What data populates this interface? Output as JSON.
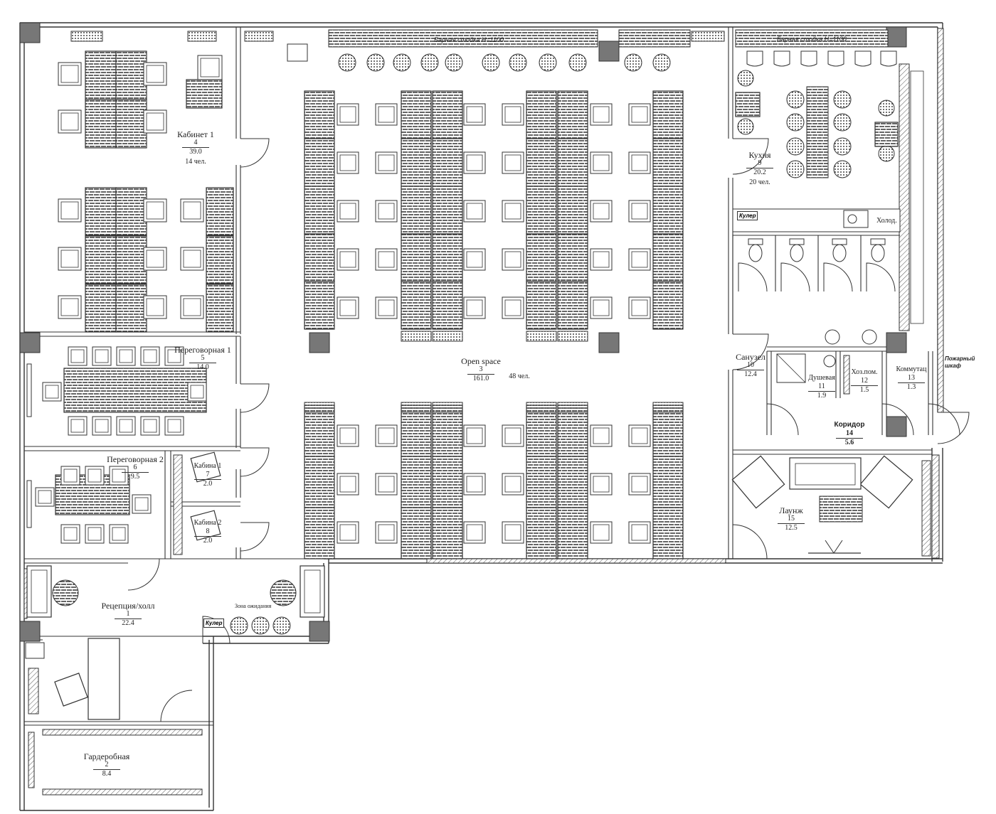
{
  "rooms": [
    {
      "key": "r1",
      "name": "Рецепция/холл",
      "num": "1",
      "area": "22.4",
      "ppl": ""
    },
    {
      "key": "r2",
      "name": "Гардеробная",
      "num": "2",
      "area": "8.4",
      "ppl": ""
    },
    {
      "key": "r3",
      "name": "Open space",
      "num": "3",
      "area": "161.0",
      "ppl": "48 чел."
    },
    {
      "key": "r4",
      "name": "Кабинет 1",
      "num": "4",
      "area": "39.0",
      "ppl": "14 чел."
    },
    {
      "key": "r5",
      "name": "Переговорная 1",
      "num": "5",
      "area": "14.0",
      "ppl": ""
    },
    {
      "key": "r6",
      "name": "Переговорная 2",
      "num": "6",
      "area": "9.5",
      "ppl": ""
    },
    {
      "key": "r7",
      "name": "Кабина 1",
      "num": "7",
      "area": "2.0",
      "ppl": ""
    },
    {
      "key": "r8",
      "name": "Кабина 2",
      "num": "8",
      "area": "2.0",
      "ppl": ""
    },
    {
      "key": "r9",
      "name": "Кухня",
      "num": "9",
      "area": "20.2",
      "ppl": "20 чел."
    },
    {
      "key": "r10",
      "name": "Санузел",
      "num": "10",
      "area": "12.4",
      "ppl": ""
    },
    {
      "key": "r11",
      "name": "Душевая",
      "num": "11",
      "area": "1.9",
      "ppl": ""
    },
    {
      "key": "r12",
      "name": "Хоз.пом.",
      "num": "12",
      "area": "1.5",
      "ppl": ""
    },
    {
      "key": "r13",
      "name": "Коммутац",
      "num": "13",
      "area": "1.3",
      "ppl": ""
    },
    {
      "key": "r14",
      "name": "Коридор",
      "num": "14",
      "area": "5.6",
      "ppl": ""
    },
    {
      "key": "r15",
      "name": "Лаунж",
      "num": "15",
      "area": "12.5",
      "ppl": ""
    }
  ],
  "notes": {
    "bar_counter_1": "Барная стойка Н=1100",
    "bar_counter_2": "Барная стойка Н=1100",
    "cooler_1": "Кулер",
    "cooler_2": "Кулер",
    "fridge": "Холод.",
    "waiting_zone": "Зона ожидания",
    "fire_cabinet": "Пожарный шкаф"
  },
  "colors": {
    "line": "#333333",
    "wall": "#555555",
    "column": "#777777",
    "hatch": "#444444"
  }
}
